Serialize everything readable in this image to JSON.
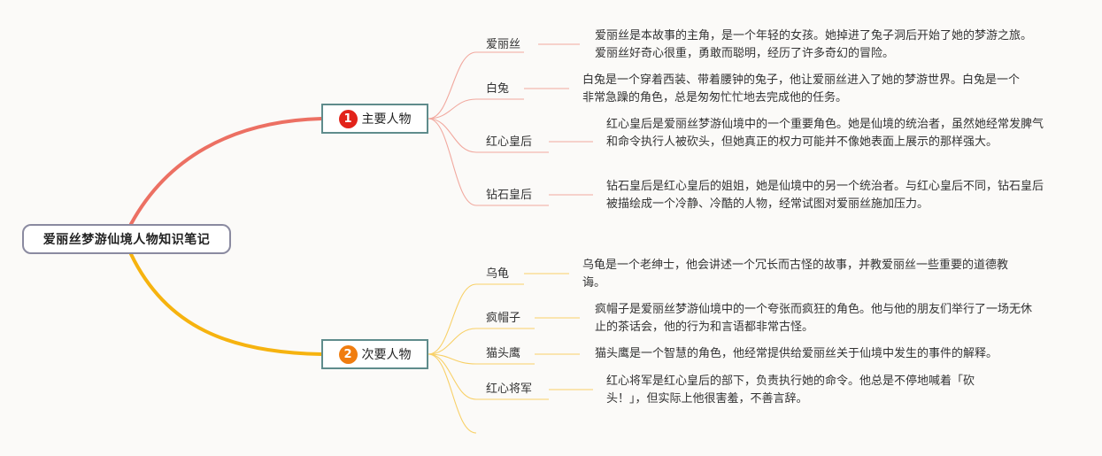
{
  "root": {
    "title": "爱丽丝梦游仙境人物知识笔记"
  },
  "colors": {
    "branch1": "#ec7063",
    "branch2": "#f6b30f",
    "badge1": "#e2231a",
    "badge2": "#f07d10",
    "leaf1": "#f1a89e",
    "leaf2": "#f8d067"
  },
  "branches": [
    {
      "number": "1",
      "label": "主要人物",
      "children": [
        {
          "name": "爱丽丝",
          "description": "爱丽丝是本故事的主角，是一个年轻的女孩。她掉进了兔子洞后开始了她的梦游之旅。爱丽丝好奇心很重，勇敢而聪明，经历了许多奇幻的冒险。"
        },
        {
          "name": "白兔",
          "description": "白兔是一个穿着西装、带着腰钟的兔子，他让爱丽丝进入了她的梦游世界。白兔是一个非常急躁的角色，总是匆匆忙忙地去完成他的任务。"
        },
        {
          "name": "红心皇后",
          "description": "红心皇后是爱丽丝梦游仙境中的一个重要角色。她是仙境的统治者，虽然她经常发脾气和命令执行人被砍头，但她真正的权力可能并不像她表面上展示的那样强大。"
        },
        {
          "name": "钻石皇后",
          "description": "钻石皇后是红心皇后的姐姐，她是仙境中的另一个统治者。与红心皇后不同，钻石皇后被描绘成一个冷静、冷酷的人物，经常试图对爱丽丝施加压力。"
        }
      ]
    },
    {
      "number": "2",
      "label": "次要人物",
      "children": [
        {
          "name": "乌龟",
          "description": "乌龟是一个老绅士，他会讲述一个冗长而古怪的故事，并教爱丽丝一些重要的道德教诲。"
        },
        {
          "name": "疯帽子",
          "description": "疯帽子是爱丽丝梦游仙境中的一个夸张而疯狂的角色。他与他的朋友们举行了一场无休止的茶话会，他的行为和言语都非常古怪。"
        },
        {
          "name": "猫头鹰",
          "description": "猫头鹰是一个智慧的角色，他经常提供给爱丽丝关于仙境中发生的事件的解释。"
        },
        {
          "name": "红心将军",
          "description": "红心将军是红心皇后的部下，负责执行她的命令。他总是不停地喊着「砍头！」，但实际上他很害羞，不善言辞。"
        }
      ]
    }
  ]
}
